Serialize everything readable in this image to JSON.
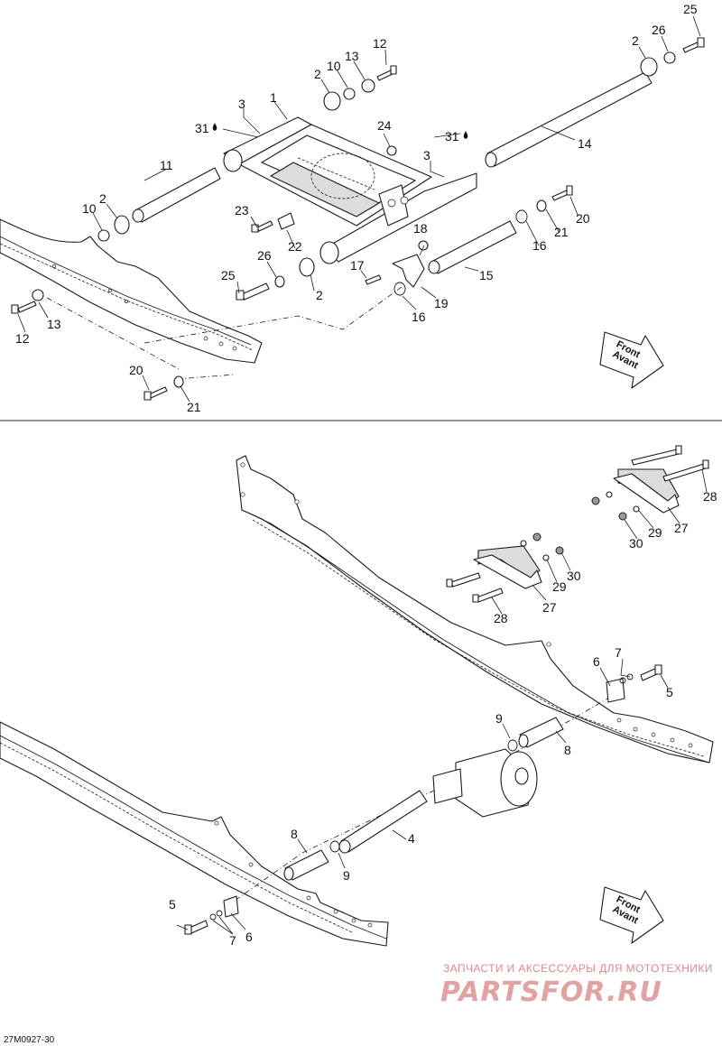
{
  "diagram": {
    "top_labels": [
      "1",
      "2",
      "2",
      "2",
      "2",
      "3",
      "3",
      "10",
      "10",
      "11",
      "12",
      "12",
      "13",
      "13",
      "14",
      "15",
      "16",
      "16",
      "17",
      "18",
      "19",
      "20",
      "20",
      "21",
      "21",
      "22",
      "23",
      "24",
      "25",
      "25",
      "26",
      "26",
      "31",
      "31"
    ],
    "bottom_labels": [
      "4",
      "5",
      "5",
      "6",
      "6",
      "7",
      "7",
      "8",
      "8",
      "9",
      "9",
      "27",
      "27",
      "28",
      "28",
      "29",
      "29",
      "30",
      "30"
    ],
    "arrow_text_line1": "Front",
    "arrow_text_line2": "Avant",
    "watermark_small": "ЗАПЧАСТИ И АКСЕССУАРЫ ДЛЯ МОТОТЕХНИКИ",
    "watermark_big": "PARTSFOR.RU",
    "figure_code": "27M0927-30"
  }
}
